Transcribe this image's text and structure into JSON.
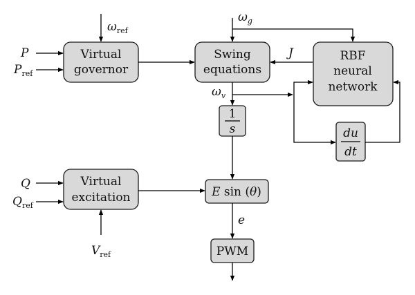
{
  "blocks": {
    "virtual_governor": {
      "line1": "Virtual",
      "line2": "governor"
    },
    "swing_equations": {
      "line1": "Swing",
      "line2": "equations"
    },
    "rbf_network": {
      "line1": "RBF",
      "line2": "neural",
      "line3": "network"
    },
    "integrator": {
      "num": "1",
      "den": "s"
    },
    "derivative": {
      "num": "du",
      "den": "dt"
    },
    "virtual_excitation": {
      "line1": "Virtual",
      "line2": "excitation"
    },
    "e_sin_theta": {
      "e": "E",
      "sin": "sin (",
      "theta": "θ",
      "close": ")"
    },
    "pwm": {
      "label": "PWM"
    }
  },
  "signals": {
    "omega_ref": {
      "sym": "ω",
      "sub": "ref"
    },
    "omega_g": {
      "sym": "ω",
      "sub": "g"
    },
    "omega_v": {
      "sym": "ω",
      "sub": "v"
    },
    "p": {
      "sym": "P"
    },
    "p_ref": {
      "sym": "P",
      "sub": "ref"
    },
    "j": {
      "sym": "J"
    },
    "q": {
      "sym": "Q"
    },
    "q_ref": {
      "sym": "Q",
      "sub": "ref"
    },
    "v_ref": {
      "sym": "V",
      "sub": "ref"
    },
    "e": {
      "sym": "e"
    }
  }
}
